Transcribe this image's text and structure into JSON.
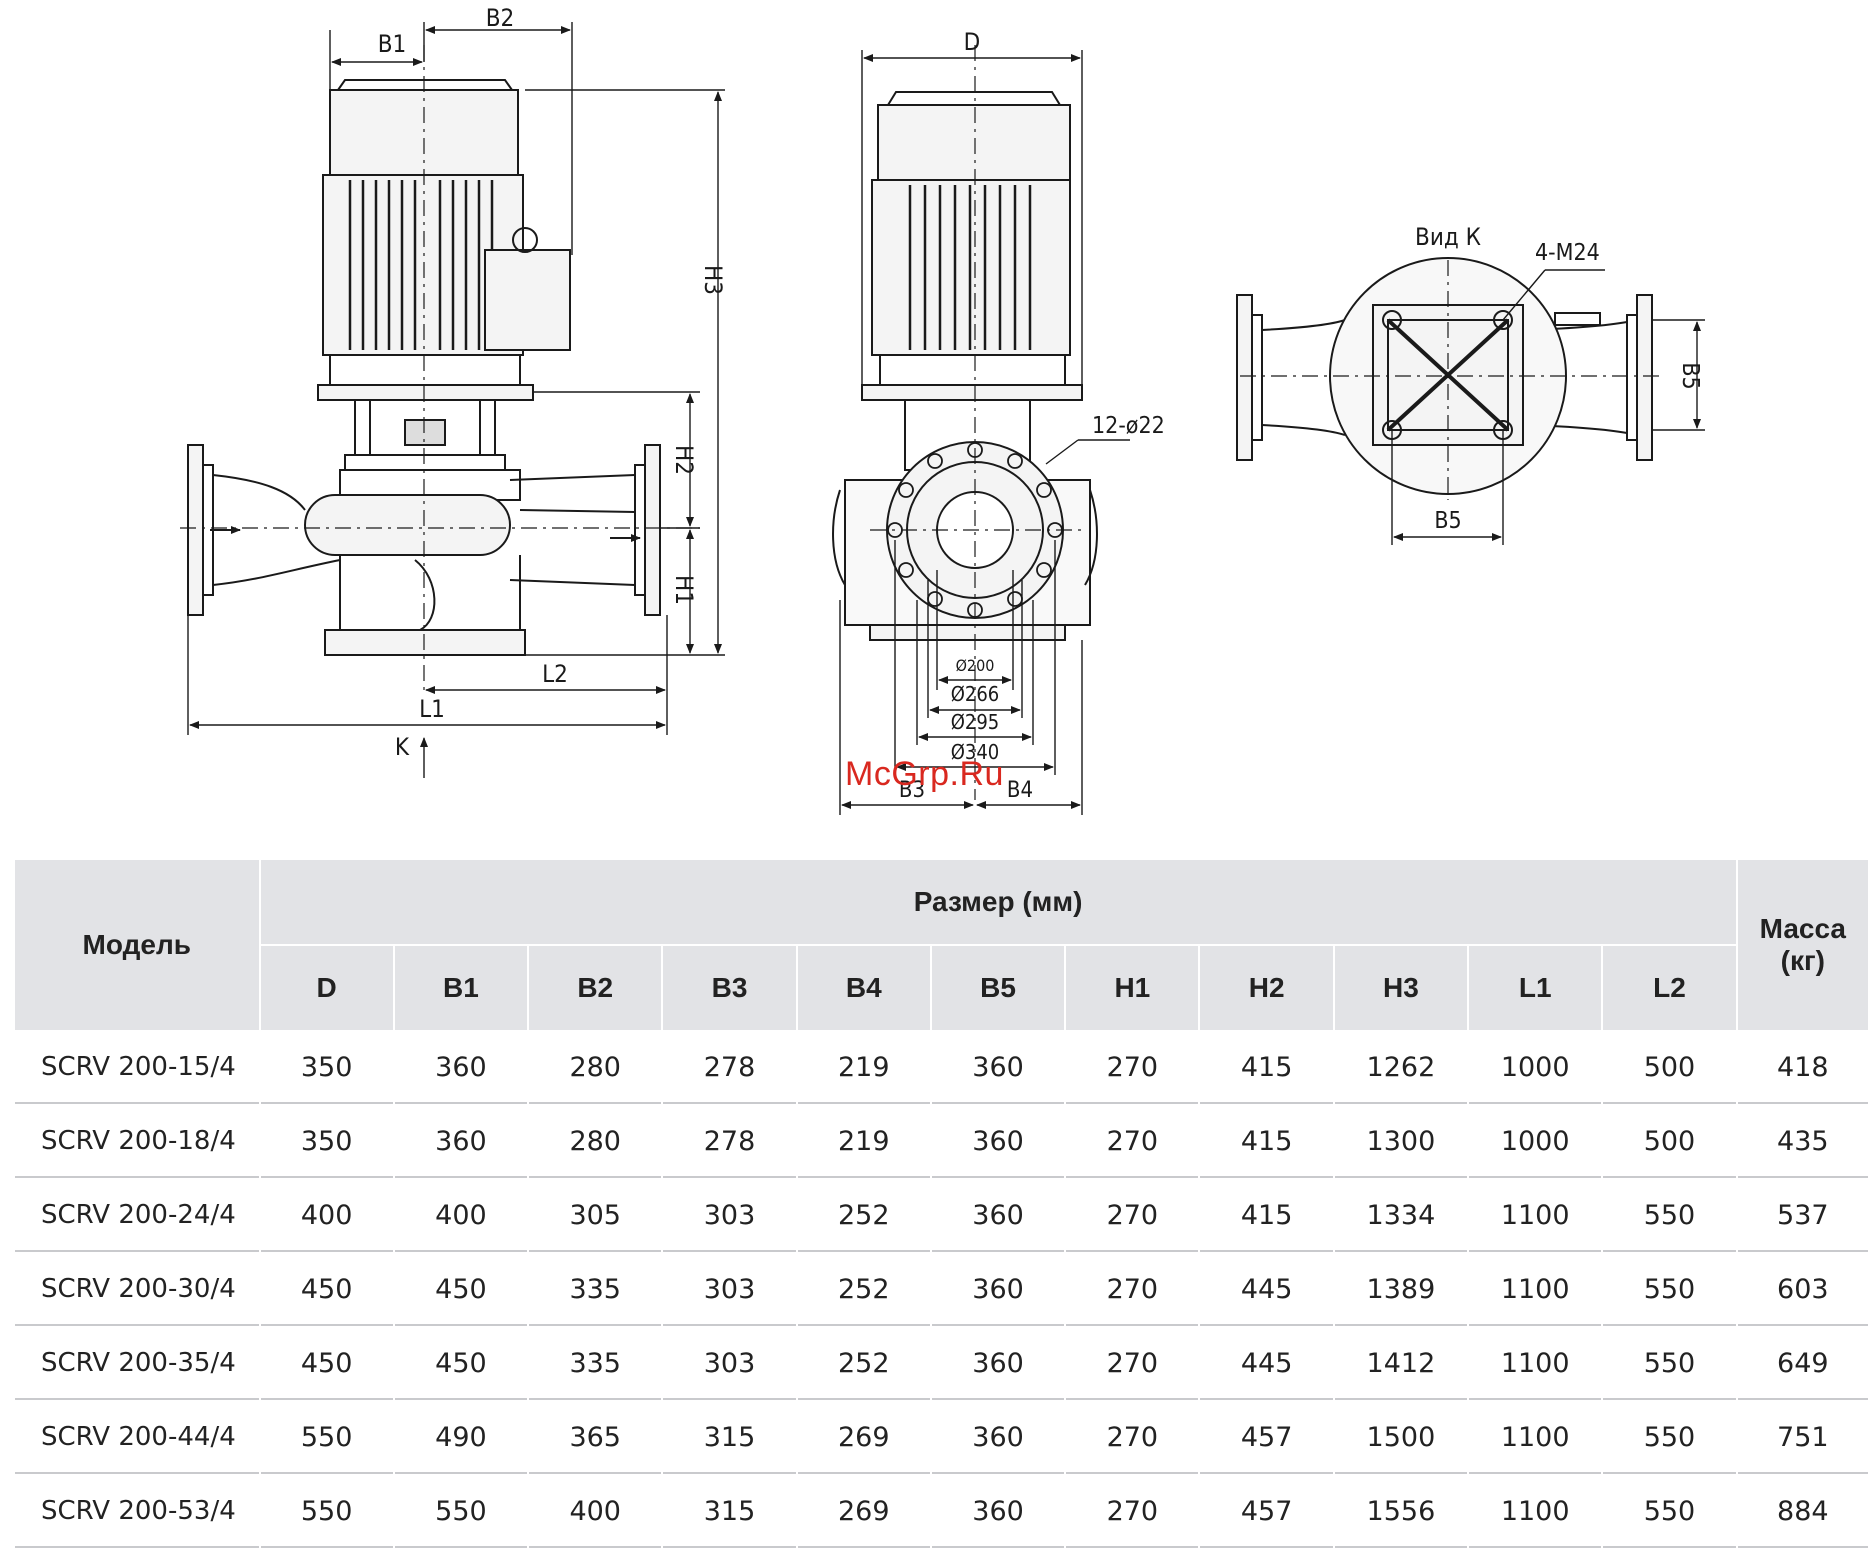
{
  "labels": {
    "B1": "B1",
    "B2": "B2",
    "H1": "H1",
    "H2": "H2",
    "H3": "H3",
    "L1": "L1",
    "L2": "L2",
    "K": "K",
    "D": "D",
    "B3": "B3",
    "B4": "B4",
    "B5": "B5",
    "view_k": "Вид К",
    "bolts_flange": "4-M24",
    "holes": "12-ø22",
    "dia_200": "Ø200",
    "dia_266": "Ø266",
    "dia_295": "Ø295",
    "dia_340": "Ø340"
  },
  "watermark": "McGrp.Ru",
  "table": {
    "model_header": "Модель",
    "size_header": "Размер (мм)",
    "mass_header_line1": "Масса",
    "mass_header_line2": "(кг)",
    "columns": [
      "D",
      "B1",
      "B2",
      "B3",
      "B4",
      "B5",
      "H1",
      "H2",
      "H3",
      "L1",
      "L2"
    ],
    "rows": [
      {
        "model": "SCRV 200-15/4",
        "values": [
          "350",
          "360",
          "280",
          "278",
          "219",
          "360",
          "270",
          "415",
          "1262",
          "1000",
          "500"
        ],
        "mass": "418"
      },
      {
        "model": "SCRV 200-18/4",
        "values": [
          "350",
          "360",
          "280",
          "278",
          "219",
          "360",
          "270",
          "415",
          "1300",
          "1000",
          "500"
        ],
        "mass": "435"
      },
      {
        "model": "SCRV 200-24/4",
        "values": [
          "400",
          "400",
          "305",
          "303",
          "252",
          "360",
          "270",
          "415",
          "1334",
          "1100",
          "550"
        ],
        "mass": "537"
      },
      {
        "model": "SCRV 200-30/4",
        "values": [
          "450",
          "450",
          "335",
          "303",
          "252",
          "360",
          "270",
          "445",
          "1389",
          "1100",
          "550"
        ],
        "mass": "603"
      },
      {
        "model": "SCRV 200-35/4",
        "values": [
          "450",
          "450",
          "335",
          "303",
          "252",
          "360",
          "270",
          "445",
          "1412",
          "1100",
          "550"
        ],
        "mass": "649"
      },
      {
        "model": "SCRV 200-44/4",
        "values": [
          "550",
          "490",
          "365",
          "315",
          "269",
          "360",
          "270",
          "457",
          "1500",
          "1100",
          "550"
        ],
        "mass": "751"
      },
      {
        "model": "SCRV 200-53/4",
        "values": [
          "550",
          "550",
          "400",
          "315",
          "269",
          "360",
          "270",
          "457",
          "1556",
          "1100",
          "550"
        ],
        "mass": "884"
      }
    ]
  }
}
